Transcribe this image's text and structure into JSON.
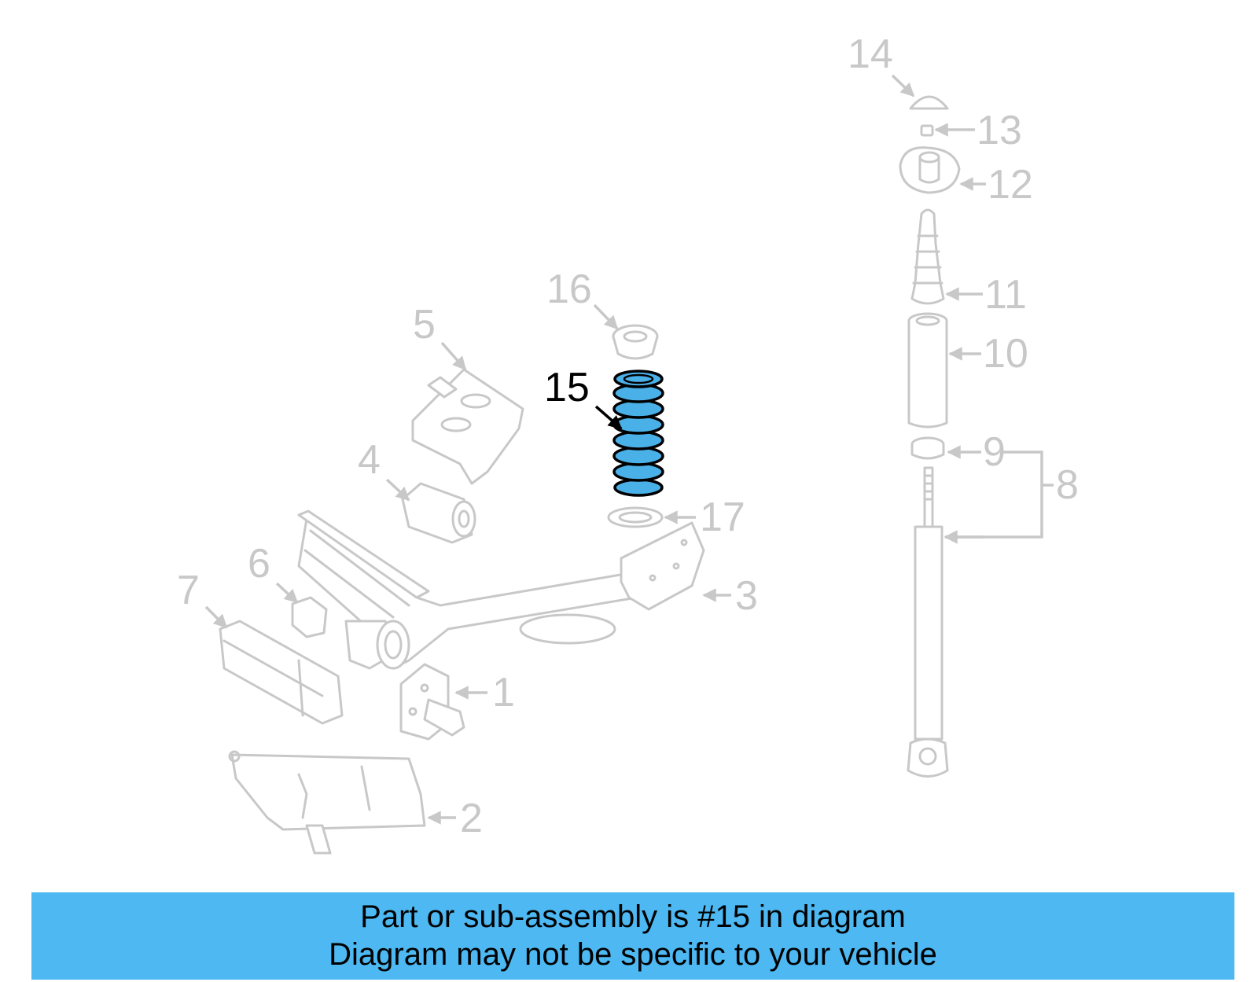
{
  "diagram": {
    "highlight_color": "#4db8f2",
    "highlighted_callout": "15",
    "callouts": {
      "c1": "1",
      "c2": "2",
      "c3": "3",
      "c4": "4",
      "c5": "5",
      "c6": "6",
      "c7": "7",
      "c8": "8",
      "c9": "9",
      "c10": "10",
      "c11": "11",
      "c12": "12",
      "c13": "13",
      "c14": "14",
      "c15": "15",
      "c16": "16",
      "c17": "17"
    }
  },
  "banner": {
    "line1": "Part or sub-assembly is #15 in diagram",
    "line2": "Diagram may not be specific to your vehicle"
  }
}
